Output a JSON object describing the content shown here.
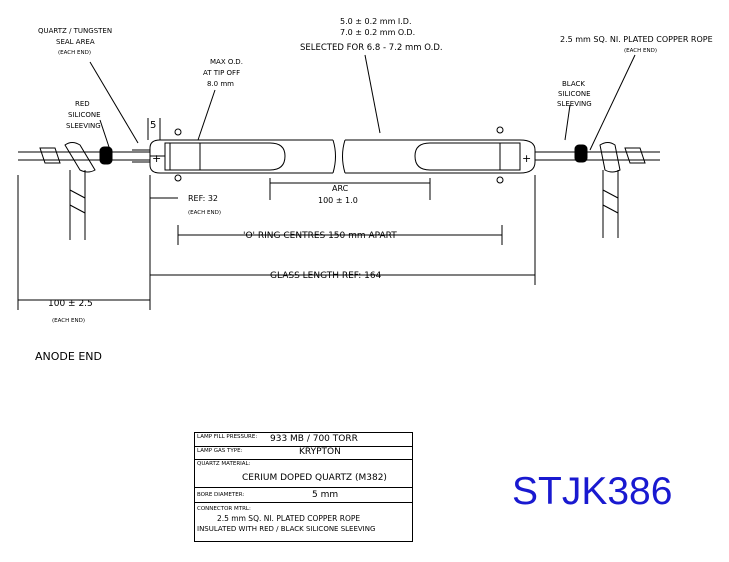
{
  "labels": {
    "quartz_seal": "QUARTZ / TUNGSTEN",
    "quartz_seal_2": "SEAL AREA",
    "quartz_seal_3": "(EACH END)",
    "id_spec": "5.0 ± 0.2 mm I.D.",
    "od_spec": "7.0 ± 0.2 mm O.D.",
    "selected": "SELECTED FOR 6.8 - 7.2 mm O.D.",
    "rope_1": "2.5 mm SQ. NI. PLATED COPPER ROPE",
    "rope_2": "(EACH END)",
    "max_od_1": "MAX O.D.",
    "max_od_2": "AT TIP OFF",
    "max_od_3": "8.0 mm",
    "red_1": "RED",
    "red_2": "SILICONE",
    "red_3": "SLEEVING",
    "black_1": "BLACK",
    "black_2": "SILICONE",
    "black_3": "SLEEVING",
    "dim_5": "5",
    "ref32": "REF: 32",
    "ref32_each": "(EACH END)",
    "arc_1": "ARC",
    "arc_2": "100 ± 1.0",
    "oring": "'O' RING CENTRES 150 mm APART",
    "glass": "GLASS LENGTH REF: 164",
    "lead_1": "100 ± 2.5",
    "lead_2": "(EACH END)",
    "anode": "ANODE END",
    "plus_left": "+",
    "plus_right": "+"
  },
  "spec_table": {
    "rows": [
      {
        "key": "LAMP FILL PRESSURE:",
        "value": "933 MB / 700 TORR"
      },
      {
        "key": "LAMP GAS TYPE:",
        "value": "KRYPTON"
      },
      {
        "key": "QUARTZ MATERIAL:",
        "value": "CERIUM DOPED QUARTZ  (M382)"
      },
      {
        "key": "BORE DIAMETER:",
        "value": "5 mm"
      },
      {
        "key": "CONNECTOR MTRL:",
        "value": "2.5 mm SQ. NI. PLATED COPPER ROPE",
        "value2": "INSULATED WITH RED / BLACK SILICONE SLEEVING"
      }
    ]
  },
  "part_code": "STJK386",
  "colors": {
    "part_code": "#1919d0",
    "line": "#000000"
  }
}
